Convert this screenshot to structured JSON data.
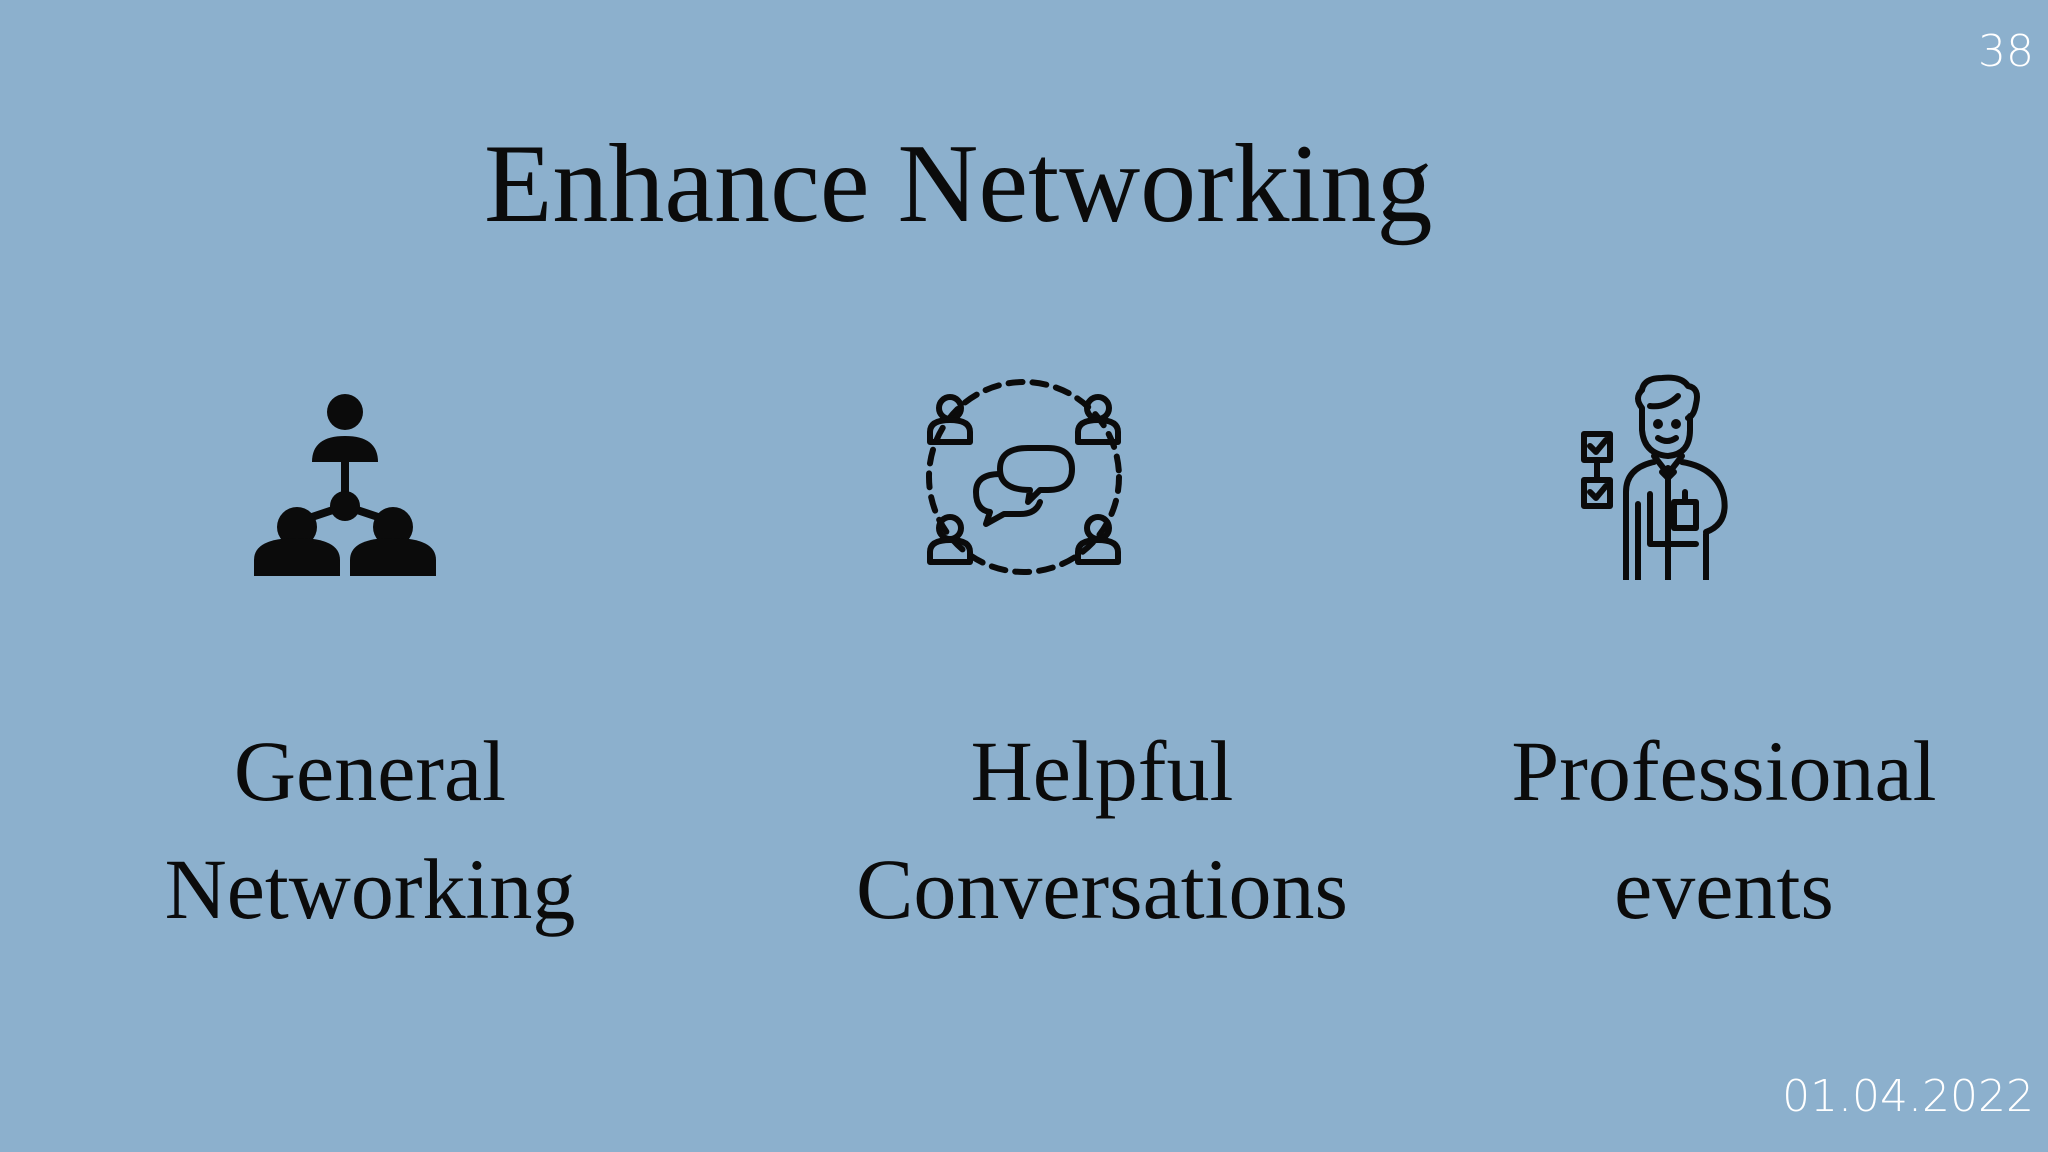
{
  "slide": {
    "number": "38",
    "title": "Enhance Networking",
    "date": "01.04.2022",
    "background_color": "#8cb0cd"
  },
  "items": [
    {
      "icon": "network-icon",
      "line1": "General",
      "line2": "Networking"
    },
    {
      "icon": "conversation-icon",
      "line1": "Helpful",
      "line2": "Conversations"
    },
    {
      "icon": "professional-icon",
      "line1": "Professional",
      "line2": "events"
    }
  ]
}
